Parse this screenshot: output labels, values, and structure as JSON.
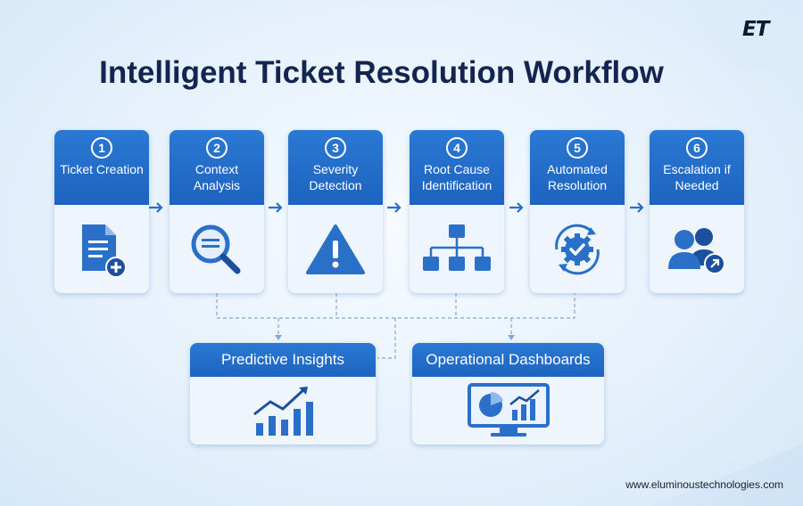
{
  "brand": {
    "logo_text": "ET"
  },
  "title": "Intelligent Ticket Resolution Workflow",
  "steps": [
    {
      "number": "1",
      "label": "Ticket Creation",
      "icon": "document-add-icon"
    },
    {
      "number": "2",
      "label": "Context Analysis",
      "icon": "magnifier-icon"
    },
    {
      "number": "3",
      "label": "Severity Detection",
      "icon": "warning-icon"
    },
    {
      "number": "4",
      "label": "Root Cause Identification",
      "icon": "hierarchy-icon"
    },
    {
      "number": "5",
      "label": "Automated Resolution",
      "icon": "gear-check-icon"
    },
    {
      "number": "6",
      "label": "Escalation if Needed",
      "icon": "users-escalate-icon"
    }
  ],
  "outputs": [
    {
      "label": "Predictive Insights",
      "icon": "growth-chart-icon"
    },
    {
      "label": "Operational Dashboards",
      "icon": "monitor-dashboard-icon"
    }
  ],
  "footer": {
    "url": "www.eluminoustechnologies.com"
  },
  "colors": {
    "accent": "#1d63bf",
    "title": "#12244f",
    "card": "#eef5fd"
  }
}
